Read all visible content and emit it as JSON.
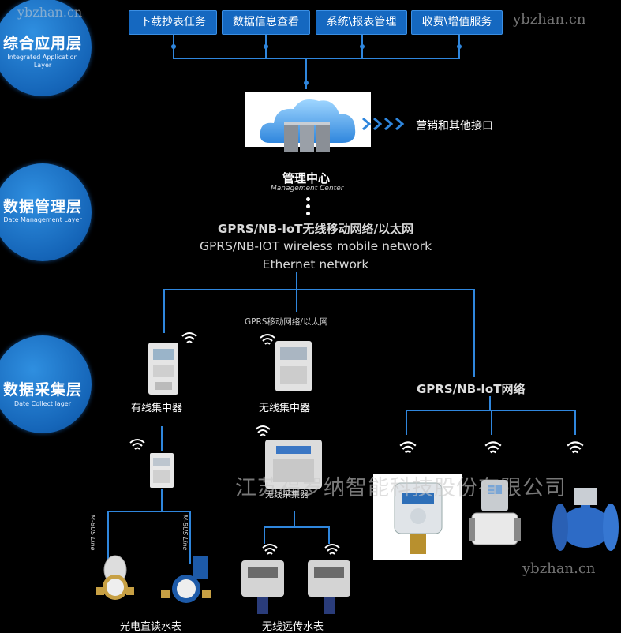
{
  "watermark_site": "ybzhan.cn",
  "company_watermark": "江苏福罗纳智能科技股份有限公司",
  "layers": [
    {
      "title": "综合应用层",
      "en": "Integrated Application Layer"
    },
    {
      "title": "数据管理层",
      "en": "Date Management Layer"
    },
    {
      "title": "数据采集层",
      "en": "Date Collect lager"
    }
  ],
  "top_buttons": [
    "下载抄表任务",
    "数据信息查看",
    "系统\\报表管理",
    "收费\\增值服务"
  ],
  "marketing_label": "营销和其他接口",
  "management": {
    "cn": "管理中心",
    "en": "Management Center"
  },
  "network": {
    "line1": "GPRS/NB-IoT无线移动网络/以太网",
    "line2": "GPRS/NB-IOT wireless mobile network",
    "line3": "Ethernet network"
  },
  "mid_network_label": "GPRS移动网络/以太网",
  "nbiot_label": "GPRS/NB-IoT网络",
  "wired_concentrator": "有线集中器",
  "wireless_concentrator": "无线集中器",
  "collector_label": "无线采集器",
  "mbus_label": "M-BUS Line",
  "photo_meter": "光电直读水表",
  "wireless_meter": "无线远传水表",
  "colors": {
    "accent": "#2f86dd",
    "button": "#1568c0",
    "background": "#000000"
  }
}
